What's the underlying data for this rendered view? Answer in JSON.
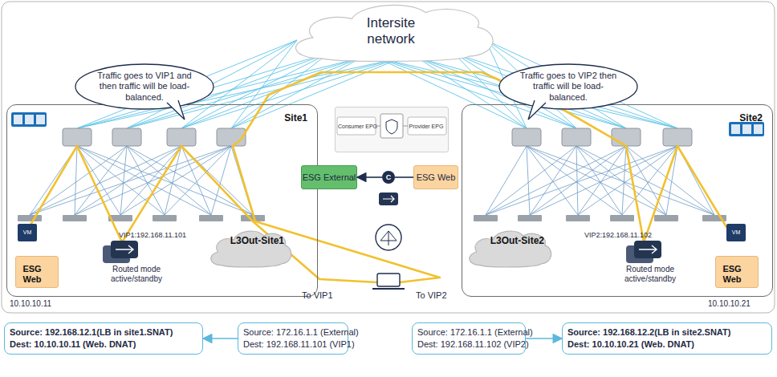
{
  "diagram": {
    "nodes": [
      {
        "text": [
          "Intersite network"
        ]
      },
      {
        "text": [
          "Traffic goes to VIP1 and then traffic will be load-balanced."
        ]
      },
      {
        "text": [
          "Traffic goes to VIP2 then traffic will be load-balanced."
        ]
      },
      {
        "text": [
          "Site1"
        ]
      },
      {
        "text": [
          "ESG Web"
        ],
        "in": 3
      },
      {
        "text": [
          "L3Out-Site1"
        ],
        "in": 3
      },
      {
        "text": [
          "Consumer EPG",
          "Provider EPG"
        ]
      },
      {
        "text": [
          "ESG External"
        ]
      },
      {
        "text": [
          "ESG Web"
        ]
      },
      {
        "text": [
          "C"
        ]
      },
      {
        "text": [
          "Site2"
        ]
      },
      {
        "text": [
          "L3Out-Site2"
        ],
        "in": 10
      },
      {
        "text": [
          "ESG Web"
        ],
        "in": 10
      },
      {
        "text": [
          "Source: 192.168.12.1(LB in site1.SNAT)",
          "Dest: 10.10.10.11 (Web. DNAT)"
        ]
      },
      {
        "text": [
          "Source: 172.16.1.1 (External)",
          "Dest: 192.168.11.101 (VIP1)"
        ]
      },
      {
        "text": [
          "Source: 172.16.1.1 (External)",
          "Dest: 192.168.11.102 (VIP2)"
        ]
      },
      {
        "text": [
          "Source: 192.168.12.2(LB in site2.SNAT)",
          "Dest: 10.10.10.21 (Web. DNAT)"
        ]
      }
    ],
    "edges": [
      {
        "from": 8,
        "to": 9,
        "arrow": "none"
      },
      {
        "from": 9,
        "to": 7,
        "arrow": "to"
      },
      {
        "from": 14,
        "to": 13,
        "arrow": "to"
      },
      {
        "from": 15,
        "to": 16,
        "arrow": "to"
      }
    ],
    "labels": [
      "VM",
      "Routed mode active/standby",
      "10.10.10.11",
      "VIP1:192.168.11.101",
      "To VIP1",
      "To VIP2",
      "VIP2:192.168.11.102",
      "VM",
      "Routed mode active/standby",
      "10.10.10.21"
    ]
  }
}
